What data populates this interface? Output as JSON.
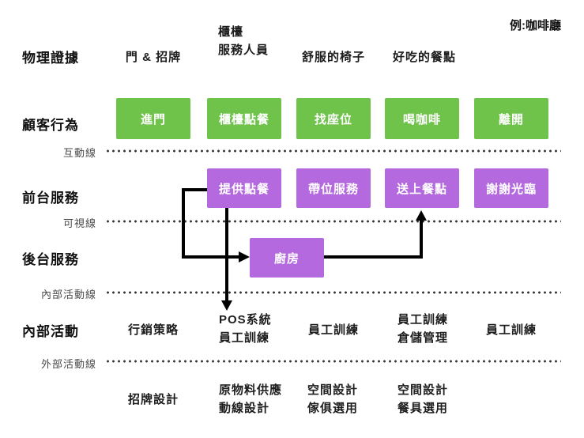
{
  "title": "例:咖啡廳",
  "colors": {
    "customer_action_box": "#6fc24a",
    "service_box": "#b469de",
    "arrow": "#000000",
    "dotted_line": "#333333",
    "line_label": "#4a4a4a",
    "text": "#1d1d1d"
  },
  "rows": {
    "physical": {
      "label": "物理證據",
      "items": [
        {
          "text": "門 & 招牌"
        },
        {
          "text": "櫃檯\n服務人員"
        },
        {
          "text": "舒服的椅子"
        },
        {
          "text": "好吃的餐點"
        }
      ]
    },
    "customer": {
      "label": "顧客行為",
      "boxes": [
        {
          "text": "進門"
        },
        {
          "text": "櫃檯點餐"
        },
        {
          "text": "找座位"
        },
        {
          "text": "喝咖啡"
        },
        {
          "text": "離開"
        }
      ]
    },
    "frontstage": {
      "label": "前台服務",
      "boxes": [
        {
          "text": "提供點餐"
        },
        {
          "text": "帶位服務"
        },
        {
          "text": "送上餐點"
        },
        {
          "text": "謝謝光臨"
        }
      ]
    },
    "backstage": {
      "label": "後台服務",
      "boxes": [
        {
          "text": "廚房"
        }
      ]
    },
    "internal": {
      "label": "內部活動",
      "items": [
        {
          "text": "行銷策略"
        },
        {
          "text": "POS系統\n員工訓練"
        },
        {
          "text": "員工訓練"
        },
        {
          "text": "員工訓練\n倉儲管理"
        },
        {
          "text": "員工訓練"
        }
      ]
    },
    "support": {
      "items": [
        {
          "text": "招牌設計"
        },
        {
          "text": "原物料供應\n動線設計"
        },
        {
          "text": "空間設計\n傢俱選用"
        },
        {
          "text": "空間設計\n餐具選用"
        }
      ]
    }
  },
  "lines": {
    "interaction": "互動線",
    "visibility": "可視線",
    "internal": "內部活動線",
    "external": "外部活動線"
  }
}
